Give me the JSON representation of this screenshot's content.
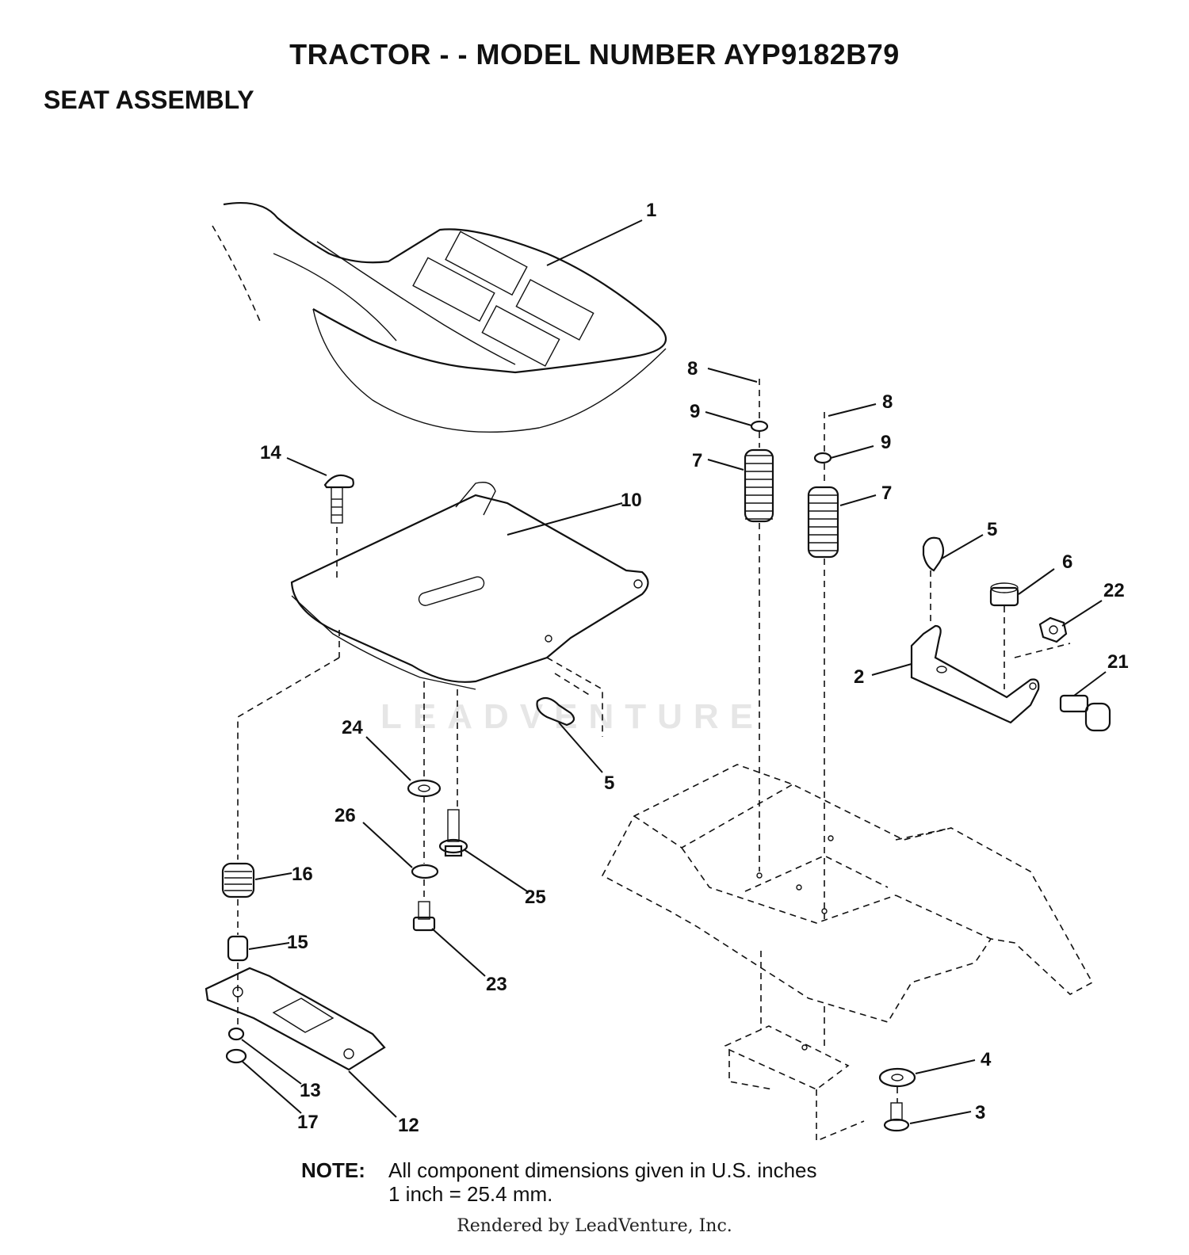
{
  "header": {
    "title": "TRACTOR - - MODEL NUMBER AYP9182B79",
    "section": "SEAT ASSEMBLY"
  },
  "callouts": [
    {
      "id": "c1",
      "label": "1"
    },
    {
      "id": "c2",
      "label": "2"
    },
    {
      "id": "c3",
      "label": "3"
    },
    {
      "id": "c4",
      "label": "4"
    },
    {
      "id": "c5a",
      "label": "5"
    },
    {
      "id": "c5b",
      "label": "5"
    },
    {
      "id": "c6",
      "label": "6"
    },
    {
      "id": "c7a",
      "label": "7"
    },
    {
      "id": "c7b",
      "label": "7"
    },
    {
      "id": "c8a",
      "label": "8"
    },
    {
      "id": "c8b",
      "label": "8"
    },
    {
      "id": "c9a",
      "label": "9"
    },
    {
      "id": "c9b",
      "label": "9"
    },
    {
      "id": "c10",
      "label": "10"
    },
    {
      "id": "c12",
      "label": "12"
    },
    {
      "id": "c13",
      "label": "13"
    },
    {
      "id": "c14",
      "label": "14"
    },
    {
      "id": "c15",
      "label": "15"
    },
    {
      "id": "c16",
      "label": "16"
    },
    {
      "id": "c17",
      "label": "17"
    },
    {
      "id": "c21",
      "label": "21"
    },
    {
      "id": "c22",
      "label": "22"
    },
    {
      "id": "c23",
      "label": "23"
    },
    {
      "id": "c24",
      "label": "24"
    },
    {
      "id": "c25",
      "label": "25"
    },
    {
      "id": "c26",
      "label": "26"
    }
  ],
  "note": {
    "label": "NOTE:",
    "line1": "All component dimensions given in U.S. inches",
    "line2": "1 inch = 25.4 mm."
  },
  "footer": "Rendered by LeadVenture, Inc.",
  "watermark": "LEADVENTURE"
}
